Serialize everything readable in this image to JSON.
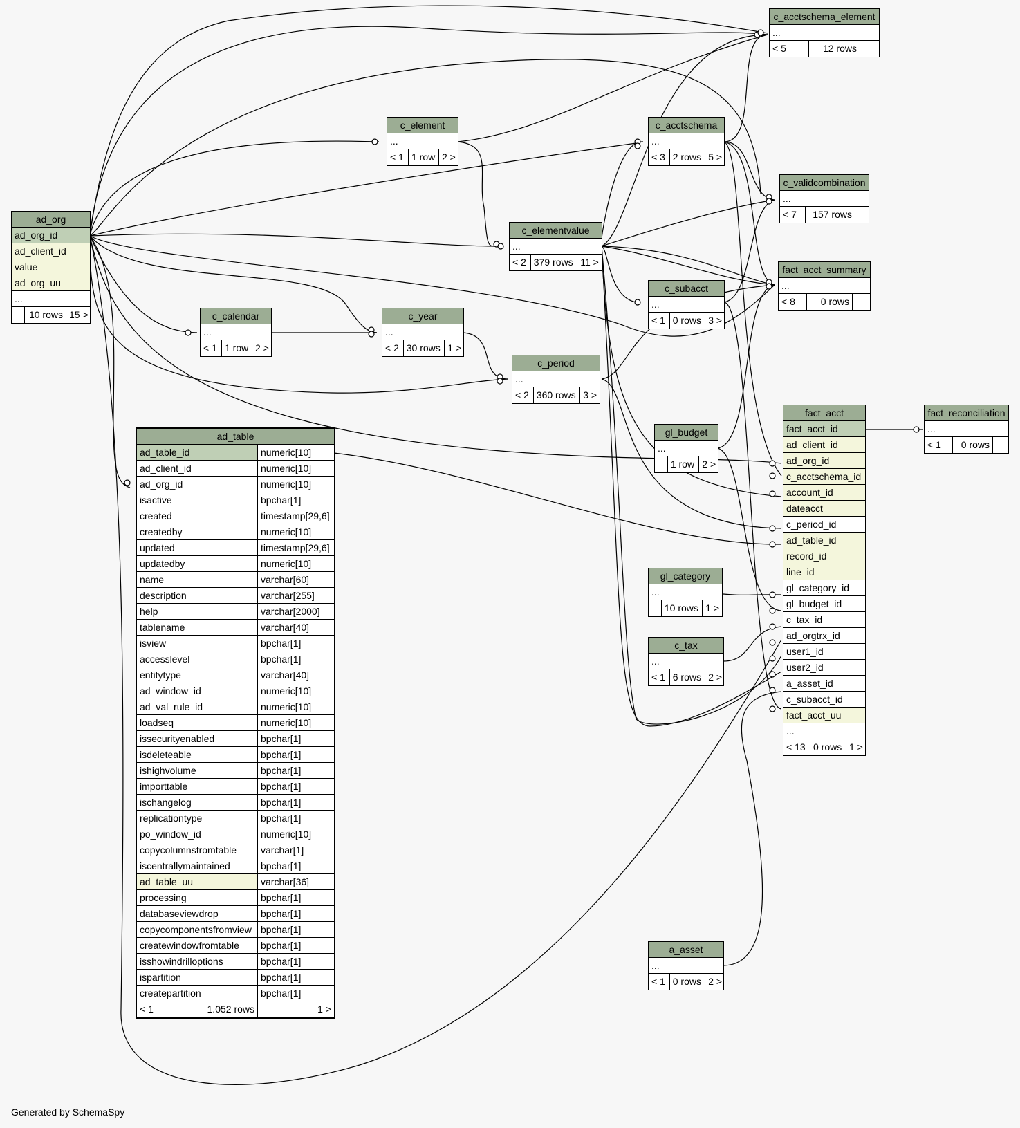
{
  "footer": "Generated by SchemaSpy",
  "tables": {
    "c_acctschema_element": {
      "name": "c_acctschema_element",
      "stub": "...",
      "parents": "< 5",
      "rows": "12 rows",
      "children": ""
    },
    "c_element": {
      "name": "c_element",
      "stub": "...",
      "parents": "< 1",
      "rows": "1 row",
      "children": "2 >"
    },
    "c_acctschema": {
      "name": "c_acctschema",
      "stub": "...",
      "parents": "< 3",
      "rows": "2 rows",
      "children": "5 >"
    },
    "c_validcombination": {
      "name": "c_validcombination",
      "stub": "...",
      "parents": "< 7",
      "rows": "157 rows",
      "children": ""
    },
    "ad_org": {
      "name": "ad_org",
      "columns": [
        "ad_org_id",
        "ad_client_id",
        "value",
        "ad_org_uu"
      ],
      "stub": "...",
      "parents": "",
      "rows": "10 rows",
      "children": "15 >"
    },
    "c_elementvalue": {
      "name": "c_elementvalue",
      "stub": "...",
      "parents": "< 2",
      "rows": "379 rows",
      "children": "11 >"
    },
    "fact_acct_summary": {
      "name": "fact_acct_summary",
      "stub": "...",
      "parents": "< 8",
      "rows": "0 rows",
      "children": ""
    },
    "c_subacct": {
      "name": "c_subacct",
      "stub": "...",
      "parents": "< 1",
      "rows": "0 rows",
      "children": "3 >"
    },
    "c_calendar": {
      "name": "c_calendar",
      "stub": "...",
      "parents": "< 1",
      "rows": "1 row",
      "children": "2 >"
    },
    "c_year": {
      "name": "c_year",
      "stub": "...",
      "parents": "< 2",
      "rows": "30 rows",
      "children": "1 >"
    },
    "c_period": {
      "name": "c_period",
      "stub": "...",
      "parents": "< 2",
      "rows": "360 rows",
      "children": "3 >"
    },
    "gl_budget": {
      "name": "gl_budget",
      "stub": "...",
      "parents": "",
      "rows": "1 row",
      "children": "2 >"
    },
    "gl_category": {
      "name": "gl_category",
      "stub": "...",
      "parents": "",
      "rows": "10 rows",
      "children": "1 >"
    },
    "c_tax": {
      "name": "c_tax",
      "stub": "...",
      "parents": "< 1",
      "rows": "6 rows",
      "children": "2 >"
    },
    "a_asset": {
      "name": "a_asset",
      "stub": "...",
      "parents": "< 1",
      "rows": "0 rows",
      "children": "2 >"
    },
    "fact_reconciliation": {
      "name": "fact_reconciliation",
      "stub": "...",
      "parents": "< 1",
      "rows": "0 rows",
      "children": ""
    },
    "fact_acct": {
      "name": "fact_acct",
      "columns": [
        "fact_acct_id",
        "ad_client_id",
        "ad_org_id",
        "c_acctschema_id",
        "account_id",
        "dateacct",
        "c_period_id",
        "ad_table_id",
        "record_id",
        "line_id",
        "gl_category_id",
        "gl_budget_id",
        "c_tax_id",
        "ad_orgtrx_id",
        "user1_id",
        "user2_id",
        "a_asset_id",
        "c_subacct_id",
        "fact_acct_uu"
      ],
      "stub": "...",
      "parents": "< 13",
      "rows": "0 rows",
      "children": "1 >"
    },
    "ad_table": {
      "name": "ad_table",
      "columns": [
        [
          "ad_table_id",
          "numeric[10]"
        ],
        [
          "ad_client_id",
          "numeric[10]"
        ],
        [
          "ad_org_id",
          "numeric[10]"
        ],
        [
          "isactive",
          "bpchar[1]"
        ],
        [
          "created",
          "timestamp[29,6]"
        ],
        [
          "createdby",
          "numeric[10]"
        ],
        [
          "updated",
          "timestamp[29,6]"
        ],
        [
          "updatedby",
          "numeric[10]"
        ],
        [
          "name",
          "varchar[60]"
        ],
        [
          "description",
          "varchar[255]"
        ],
        [
          "help",
          "varchar[2000]"
        ],
        [
          "tablename",
          "varchar[40]"
        ],
        [
          "isview",
          "bpchar[1]"
        ],
        [
          "accesslevel",
          "bpchar[1]"
        ],
        [
          "entitytype",
          "varchar[40]"
        ],
        [
          "ad_window_id",
          "numeric[10]"
        ],
        [
          "ad_val_rule_id",
          "numeric[10]"
        ],
        [
          "loadseq",
          "numeric[10]"
        ],
        [
          "issecurityenabled",
          "bpchar[1]"
        ],
        [
          "isdeleteable",
          "bpchar[1]"
        ],
        [
          "ishighvolume",
          "bpchar[1]"
        ],
        [
          "importtable",
          "bpchar[1]"
        ],
        [
          "ischangelog",
          "bpchar[1]"
        ],
        [
          "replicationtype",
          "bpchar[1]"
        ],
        [
          "po_window_id",
          "numeric[10]"
        ],
        [
          "copycolumnsfromtable",
          "varchar[1]"
        ],
        [
          "iscentrallymaintained",
          "bpchar[1]"
        ],
        [
          "ad_table_uu",
          "varchar[36]"
        ],
        [
          "processing",
          "bpchar[1]"
        ],
        [
          "databaseviewdrop",
          "bpchar[1]"
        ],
        [
          "copycomponentsfromview",
          "bpchar[1]"
        ],
        [
          "createwindowfromtable",
          "bpchar[1]"
        ],
        [
          "isshowindrilloptions",
          "bpchar[1]"
        ],
        [
          "ispartition",
          "bpchar[1]"
        ],
        [
          "createpartition",
          "bpchar[1]"
        ]
      ],
      "parents": "< 1",
      "rows": "1.052 rows",
      "children": "1 >"
    }
  }
}
